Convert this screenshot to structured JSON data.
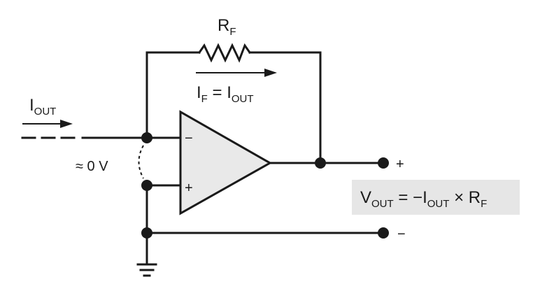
{
  "feedback_resistor": {
    "main": "R",
    "sub": "F"
  },
  "input_current": {
    "main": "I",
    "sub": "OUT"
  },
  "feedback_current": {
    "lhs_main": "I",
    "lhs_sub": "F",
    "eq": " = ",
    "rhs_main": "I",
    "rhs_sub": "OUT"
  },
  "virtual_ground_label": "≈ 0 V",
  "opamp": {
    "inverting": "−",
    "noninverting": "+"
  },
  "output_terminals": {
    "positive": "+",
    "negative": "−"
  },
  "output_equation": {
    "v_main": "V",
    "v_sub": "OUT",
    "eq": " = −",
    "i_main": "I",
    "i_sub": "OUT",
    "times": " × ",
    "r_main": "R",
    "r_sub": "F"
  },
  "colors": {
    "line": "#1a1a1a",
    "equation_box": "#e6e6e6"
  }
}
